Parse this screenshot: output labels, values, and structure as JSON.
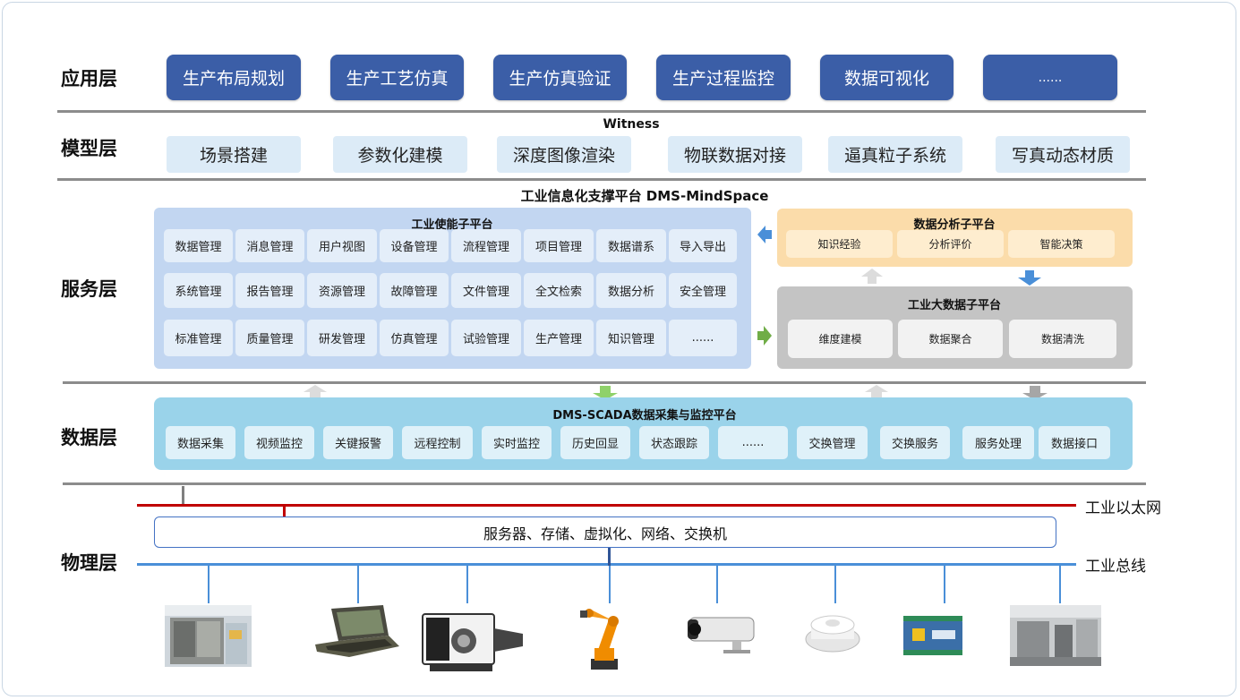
{
  "layers": {
    "application": "应用层",
    "model": "模型层",
    "service": "服务层",
    "data": "数据层",
    "physical": "物理层"
  },
  "application_items": [
    "生产布局规划",
    "生产工艺仿真",
    "生产仿真验证",
    "生产过程监控",
    "数据可视化",
    "......"
  ],
  "model": {
    "title": "Witness",
    "items": [
      "场景搭建",
      "参数化建模",
      "深度图像渲染",
      "物联数据对接",
      "逼真粒子系统",
      "写真动态材质"
    ]
  },
  "service": {
    "title": "工业信息化支撑平台 DMS-MindSpace",
    "enable_platform": {
      "title": "工业使能子平台",
      "rows": [
        [
          "数据管理",
          "消息管理",
          "用户视图",
          "设备管理",
          "流程管理",
          "项目管理",
          "数据谱系",
          "导入导出"
        ],
        [
          "系统管理",
          "报告管理",
          "资源管理",
          "故障管理",
          "文件管理",
          "全文检索",
          "数据分析",
          "安全管理"
        ],
        [
          "标准管理",
          "质量管理",
          "研发管理",
          "仿真管理",
          "试验管理",
          "生产管理",
          "知识管理",
          "......"
        ]
      ]
    },
    "analysis_platform": {
      "title": "数据分析子平台",
      "items": [
        "知识经验",
        "分析评价",
        "智能决策"
      ]
    },
    "bigdata_platform": {
      "title": "工业大数据子平台",
      "items": [
        "维度建模",
        "数据聚合",
        "数据清洗"
      ]
    }
  },
  "data_layer": {
    "title": "DMS-SCADA数据采集与监控平台",
    "items": [
      "数据采集",
      "视频监控",
      "关键报警",
      "远程控制",
      "实时监控",
      "历史回显",
      "状态跟踪",
      "......",
      "交换管理",
      "交换服务",
      "服务处理",
      "数据接口"
    ]
  },
  "physical": {
    "infrastructure": "服务器、存储、虚拟化、网络、交换机",
    "ethernet_label": "工业以太网",
    "bus_label": "工业总线",
    "devices": [
      "production-line-machine",
      "rugged-laptop",
      "cnc-machine",
      "industrial-robot-arm",
      "surveillance-camera",
      "smoke-detector",
      "io-module",
      "factory-floor-equipment"
    ]
  },
  "colors": {
    "app_button": "#3b5ea7",
    "model_button": "#dcebf7",
    "enable_panel": "#c2d6f1",
    "analysis_panel": "#fbdcaa",
    "bigdata_panel": "#c4c4c4",
    "data_panel": "#9ad3ea",
    "ethernet_line": "#c00000",
    "bus_line": "#4a8fd8",
    "arrow_blue": "#4a8fd8",
    "arrow_green": "#70ad47",
    "arrow_gray": "#a6a6a6"
  }
}
